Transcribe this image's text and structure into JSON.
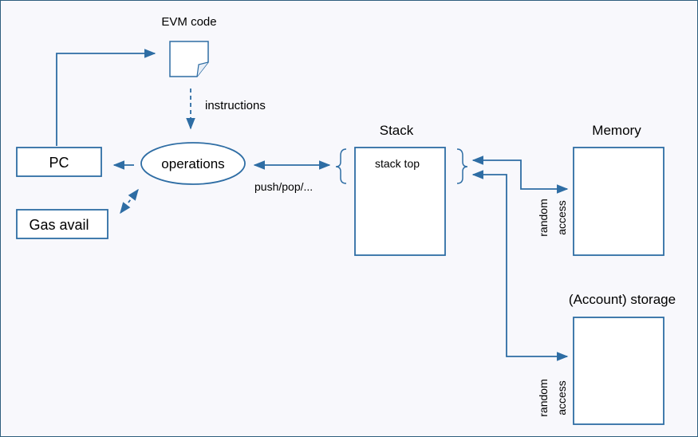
{
  "nodes": {
    "evm_code": "EVM code",
    "instructions": "instructions",
    "operations": "operations",
    "pc": "PC",
    "gas": "Gas avail",
    "stack_title": "Stack",
    "stack_top": "stack top",
    "push_pop": "push/pop/...",
    "memory_title": "Memory",
    "storage_title": "(Account) storage",
    "random_1": "random",
    "access_1": "access",
    "random_2": "random",
    "access_2": "access"
  },
  "colors": {
    "stroke": "#2e6da4",
    "box_fill": "#ffffff",
    "background": "#f8f8fc",
    "frame": "#2e5f7e"
  }
}
